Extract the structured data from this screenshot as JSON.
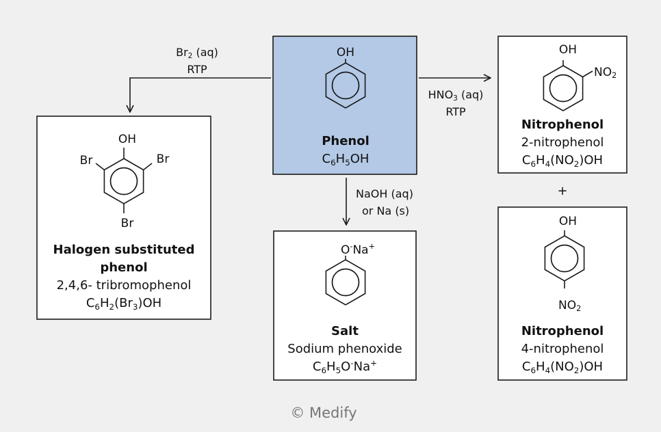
{
  "phenol": {
    "title": "Phenol",
    "formula": {
      "parts": [
        [
          "C",
          ""
        ],
        [
          "6",
          "sub"
        ],
        [
          "H",
          ""
        ],
        [
          "5",
          "sub"
        ],
        [
          "OH",
          ""
        ]
      ]
    },
    "substituent": "OH"
  },
  "bromination": {
    "condition_line1": {
      "parts": [
        [
          "Br",
          ""
        ],
        [
          "2",
          "sub"
        ],
        [
          " (aq)",
          ""
        ]
      ]
    },
    "condition_line2": "RTP",
    "title_line1": "Halogen substituted",
    "title_line2": "phenol",
    "name": "2,4,6- tribromophenol",
    "formula": {
      "parts": [
        [
          "C",
          ""
        ],
        [
          "6",
          "sub"
        ],
        [
          "H",
          ""
        ],
        [
          "2",
          "sub"
        ],
        [
          "(Br",
          ""
        ],
        [
          "3",
          "sub"
        ],
        [
          ")OH",
          ""
        ]
      ]
    },
    "substituents": {
      "oh": "OH",
      "br_left": "Br",
      "br_right": "Br",
      "br_bottom": "Br"
    }
  },
  "nitration": {
    "condition_line1": {
      "parts": [
        [
          "HNO",
          ""
        ],
        [
          "3",
          "sub"
        ],
        [
          " (aq)",
          ""
        ]
      ]
    },
    "condition_line2": "RTP",
    "plus": "+",
    "product1": {
      "title": "Nitrophenol",
      "name": "2-nitrophenol",
      "formula": {
        "parts": [
          [
            "C",
            ""
          ],
          [
            "6",
            "sub"
          ],
          [
            "H",
            ""
          ],
          [
            "4",
            "sub"
          ],
          [
            "(NO",
            ""
          ],
          [
            "2",
            "sub"
          ],
          [
            ")OH",
            ""
          ]
        ]
      },
      "oh": "OH",
      "no2": {
        "parts": [
          [
            "NO",
            ""
          ],
          [
            "2",
            "sub"
          ]
        ]
      }
    },
    "product2": {
      "title": "Nitrophenol",
      "name": "4-nitrophenol",
      "formula": {
        "parts": [
          [
            "C",
            ""
          ],
          [
            "6",
            "sub"
          ],
          [
            "H",
            ""
          ],
          [
            "4",
            "sub"
          ],
          [
            "(NO",
            ""
          ],
          [
            "2",
            "sub"
          ],
          [
            ")OH",
            ""
          ]
        ]
      },
      "oh": "OH",
      "no2": {
        "parts": [
          [
            "NO",
            ""
          ],
          [
            "2",
            "sub"
          ]
        ]
      }
    }
  },
  "salt_formation": {
    "condition_line1": "NaOH (aq)",
    "condition_line2": "or Na (s)",
    "title": "Salt",
    "name": "Sodium phenoxide",
    "formula": {
      "parts": [
        [
          "C",
          ""
        ],
        [
          "6",
          "sub"
        ],
        [
          "H",
          ""
        ],
        [
          "5",
          "sub"
        ],
        [
          "O",
          ""
        ],
        [
          "-",
          "sup"
        ],
        [
          "Na",
          ""
        ],
        [
          "+",
          "sup"
        ]
      ]
    },
    "substituent": {
      "parts": [
        [
          "O",
          ""
        ],
        [
          "-",
          "sup"
        ],
        [
          "Na",
          ""
        ],
        [
          "+",
          "sup"
        ]
      ]
    }
  },
  "watermark": "© Medify",
  "colors": {
    "background": "#f0f0f0",
    "phenol_box": "#b3c9e6",
    "box": "#ffffff",
    "line": "#1a1a1a",
    "watermark": "#777777"
  }
}
